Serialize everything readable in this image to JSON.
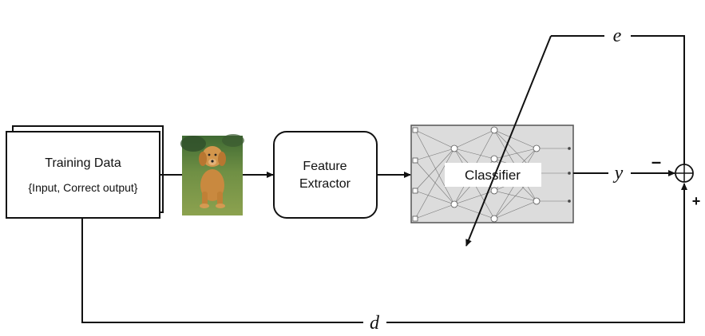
{
  "training_box": {
    "title": "Training Data",
    "subtitle": "{Input, Correct output}"
  },
  "feature_box": {
    "line1": "Feature",
    "line2": "Extractor"
  },
  "classifier": {
    "label": "Classifier"
  },
  "signals": {
    "e": "e",
    "y": "y",
    "d": "d",
    "minus": "–",
    "plus": "+"
  },
  "colors": {
    "stroke": "#111111",
    "classifier_bg": "#dcdcdc",
    "dog_bg_top": "#4f7a3a",
    "dog_fur": "#c9893f"
  },
  "image": {
    "subject": "puppy-photo"
  }
}
